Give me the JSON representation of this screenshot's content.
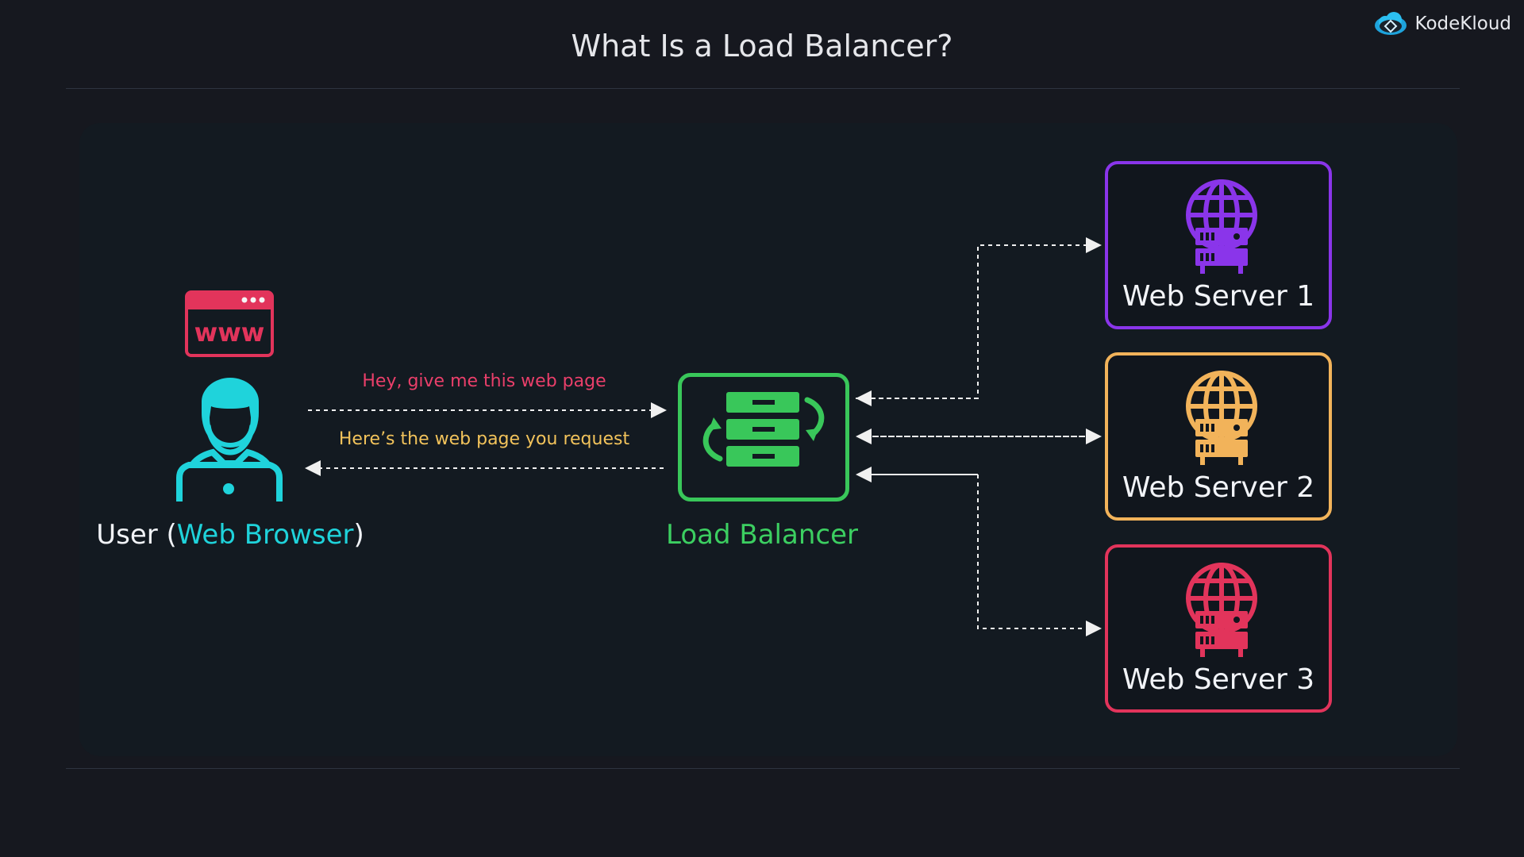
{
  "header": {
    "title": "What Is a Load Balancer?"
  },
  "brand": {
    "name": "KodeKloud",
    "icon": "cloud-logo-icon",
    "color": "#2ab2e6"
  },
  "user": {
    "label_prefix": "User (",
    "label_accent": "Web Browser",
    "label_suffix": ")",
    "accent_color": "#1fd3db",
    "browser_badge": "www",
    "browser_color": "#e2345b",
    "icon": "user-at-laptop-icon"
  },
  "messages": {
    "request": "Hey, give me this web page",
    "response": "Here’s the web page you request",
    "request_color": "#ea3f6a",
    "response_color": "#f2c35b"
  },
  "load_balancer": {
    "label": "Load Balancer",
    "color": "#39c75a",
    "icon": "server-sync-icon"
  },
  "servers": [
    {
      "label": "Web Server 1",
      "color": "#8a35ea",
      "icon": "globe-server-icon"
    },
    {
      "label": "Web Server 2",
      "color": "#f2b35a",
      "icon": "globe-server-icon"
    },
    {
      "label": "Web Server 3",
      "color": "#e2345b",
      "icon": "globe-server-icon"
    }
  ]
}
